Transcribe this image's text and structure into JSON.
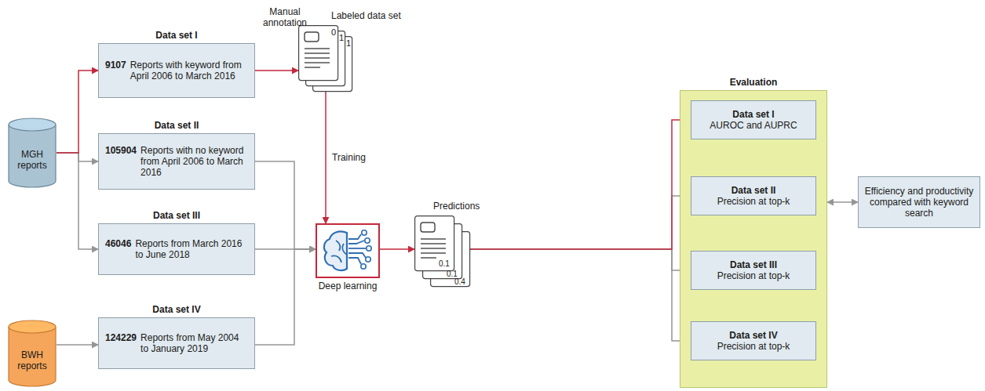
{
  "diagram": {
    "nodes": [
      {
        "text": [
          "MGH reports"
        ]
      },
      {
        "text": [
          "BWH reports"
        ]
      },
      {
        "text": [
          "Data set I",
          "9107",
          "Reports with keyword from April 2006 to March 2016"
        ]
      },
      {
        "text": [
          "Data set II",
          "105904",
          "Reports with no keyword from April 2006 to March 2016"
        ]
      },
      {
        "text": [
          "Data set III",
          "46046",
          "Reports from March 2016 to June 2018"
        ]
      },
      {
        "text": [
          "Data set IV",
          "124229",
          "Reports from May 2004 to January 2019"
        ]
      },
      {
        "text": [
          "Labeled data set"
        ]
      },
      {
        "text": [
          "Deep learning"
        ]
      },
      {
        "text": [
          "Predictions"
        ]
      },
      {
        "text": [
          "Evaluation"
        ]
      },
      {
        "text": [
          "Data set I",
          "AUROC and AUPRC"
        ],
        "in": 9
      },
      {
        "text": [
          "Data set II",
          "Precision at top-k"
        ],
        "in": 9
      },
      {
        "text": [
          "Data set III",
          "Precision at top-k"
        ],
        "in": 9
      },
      {
        "text": [
          "Data set IV",
          "Precision at top-k"
        ],
        "in": 9
      },
      {
        "text": [
          "Efficiency and productivity compared with keyword search"
        ]
      }
    ],
    "edges": [
      {
        "from": 0,
        "to": 2,
        "arrow": "to"
      },
      {
        "from": 0,
        "to": 3,
        "arrow": "to"
      },
      {
        "from": 0,
        "to": 4,
        "arrow": "to"
      },
      {
        "from": 1,
        "to": 5,
        "arrow": "to"
      },
      {
        "from": 2,
        "to": 6,
        "arrow": "to"
      },
      {
        "from": 6,
        "to": 7,
        "label": "Training",
        "arrow": "to"
      },
      {
        "from": 3,
        "to": 7,
        "arrow": "to"
      },
      {
        "from": 4,
        "to": 7,
        "arrow": "to"
      },
      {
        "from": 5,
        "to": 7,
        "arrow": "to"
      },
      {
        "from": 7,
        "to": 8,
        "arrow": "to"
      },
      {
        "from": 8,
        "to": 10,
        "arrow": "to"
      },
      {
        "from": 8,
        "to": 11,
        "arrow": "to"
      },
      {
        "from": 8,
        "to": 12,
        "arrow": "to"
      },
      {
        "from": 8,
        "to": 13,
        "arrow": "to"
      },
      {
        "from": 9,
        "to": 14,
        "arrow": "both"
      }
    ],
    "labels": [
      "Manual annotation",
      "0",
      "1",
      "1",
      "0.1",
      "0.1",
      "0.4"
    ]
  }
}
